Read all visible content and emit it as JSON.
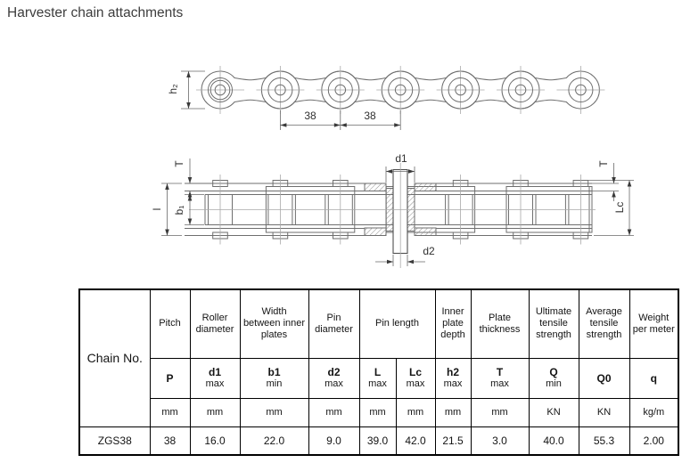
{
  "title": "Harvester chain attachments",
  "drawings": {
    "plan_view": {
      "height_label": "h₂",
      "pitch_dim_left": "38",
      "pitch_dim_right": "38"
    },
    "elevation_view": {
      "overall_width_label": "l",
      "plate_thickness_label_left": "T",
      "inner_width_label": "b₁",
      "roller_diameter_label": "d1",
      "pin_diameter_label": "d2",
      "plate_thickness_label_right": "T",
      "pin_length_label": "Lc"
    }
  },
  "table": {
    "chain_no": {
      "label": "Chain No."
    },
    "groups": [
      {
        "name": "Pitch",
        "cols": 1
      },
      {
        "name": "Roller diameter",
        "cols": 1
      },
      {
        "name": "Width between inner plates",
        "cols": 1
      },
      {
        "name": "Pin diameter",
        "cols": 1
      },
      {
        "name": "Pin length",
        "cols": 2
      },
      {
        "name": "Inner plate depth",
        "cols": 1
      },
      {
        "name": "Plate thickness",
        "cols": 1
      },
      {
        "name": "Ultimate tensile strength",
        "cols": 1
      },
      {
        "name": "Average tensile strength",
        "cols": 1
      },
      {
        "name": "Weight per meter",
        "cols": 1
      }
    ],
    "symbols": [
      {
        "sym": "P",
        "qual": ""
      },
      {
        "sym": "d1",
        "qual": "max"
      },
      {
        "sym": "b1",
        "qual": "min"
      },
      {
        "sym": "d2",
        "qual": "max"
      },
      {
        "sym": "L",
        "qual": "max"
      },
      {
        "sym": "Lc",
        "qual": "max"
      },
      {
        "sym": "h2",
        "qual": "max"
      },
      {
        "sym": "T",
        "qual": "max"
      },
      {
        "sym": "Q",
        "qual": "min"
      },
      {
        "sym": "Q0",
        "qual": ""
      },
      {
        "sym": "q",
        "qual": ""
      }
    ],
    "units": [
      "mm",
      "mm",
      "mm",
      "mm",
      "mm",
      "mm",
      "mm",
      "mm",
      "KN",
      "KN",
      "kg/m"
    ],
    "rows": [
      {
        "chain_no": "ZGS38",
        "values": [
          "38",
          "16.0",
          "22.0",
          "9.0",
          "39.0",
          "42.0",
          "21.5",
          "3.0",
          "40.0",
          "55.3",
          "2.00"
        ]
      }
    ]
  }
}
